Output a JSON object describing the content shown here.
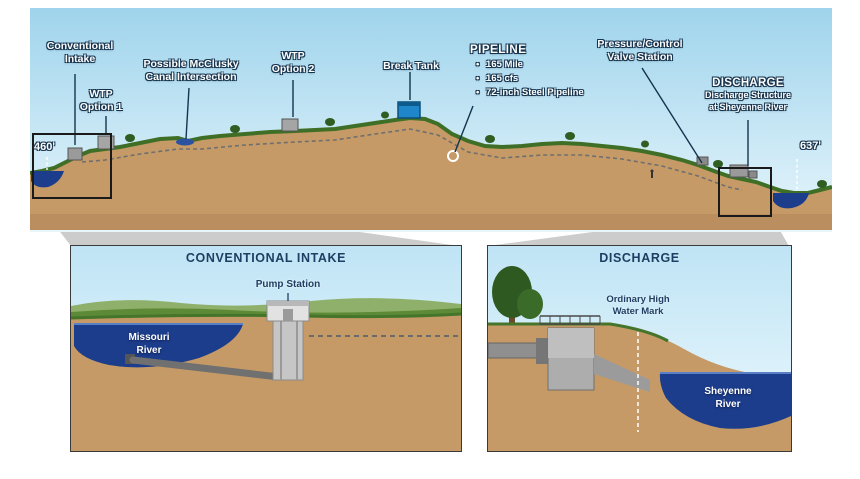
{
  "main": {
    "callouts": {
      "conventional_intake": {
        "lines": [
          "Conventional",
          "Intake"
        ]
      },
      "wtp_option_1": {
        "lines": [
          "WTP",
          "Option 1"
        ]
      },
      "mcclusky": {
        "lines": [
          "Possible McClusky",
          "Canal Intersection"
        ]
      },
      "wtp_option_2": {
        "lines": [
          "WTP",
          "Option 2"
        ]
      },
      "break_tank": {
        "lines": [
          "Break Tank"
        ]
      },
      "pressure_valve": {
        "lines": [
          "Pressure/Control",
          "Valve Station"
        ]
      },
      "discharge": {
        "title": "DISCHARGE",
        "lines": [
          "Discharge Structure",
          "at Sheyenne River"
        ]
      }
    },
    "pipeline": {
      "title": "PIPELINE",
      "bullet": "•",
      "items": [
        "165 Mile",
        "165 cfs",
        "72-inch Steel Pipeline"
      ]
    },
    "elevations": {
      "left": "460'",
      "right": "637'"
    }
  },
  "insets": {
    "intake": {
      "title": "CONVENTIONAL INTAKE",
      "pump_station": "Pump Station",
      "river_lines": [
        "Missouri",
        "River"
      ]
    },
    "discharge": {
      "title": "DISCHARGE",
      "water_mark_lines": [
        "Ordinary High",
        "Water Mark"
      ],
      "river_lines": [
        "Sheyenne",
        "River"
      ]
    }
  },
  "colors": {
    "sky": "#a5d9ee",
    "earth": "#c59a66",
    "grass": "#3f6f26",
    "water": "#1c3d8b",
    "navy": "#1e3f63",
    "zoom_gray": "#c8c8c8"
  }
}
